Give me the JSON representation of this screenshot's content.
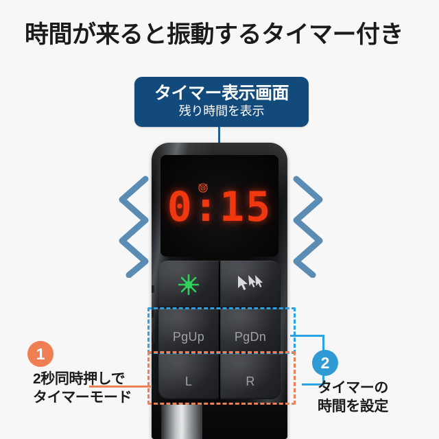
{
  "page": {
    "background_color": "#f7f7f7",
    "title": "時間が来ると振動するタイマー付き"
  },
  "callout": {
    "title": "タイマー表示画面",
    "subtitle": "残り時間を表示",
    "background_color": "#114a7b",
    "text_color": "#ffffff",
    "pointer_color": "#1f6bab"
  },
  "device": {
    "name": "presenter-remote",
    "display": {
      "value": "0:15",
      "color": "#f0370f",
      "alarm_icon": "alarm-clock-icon"
    },
    "buttons": [
      {
        "id": "laser",
        "label": "",
        "icon": "laser-starburst-icon",
        "icon_color": "#22c55e"
      },
      {
        "id": "pointer",
        "label": "",
        "icon": "multi-cursor-icon",
        "icon_color": "#d8dadc"
      },
      {
        "id": "pgup",
        "label": "PgUp",
        "icon": ""
      },
      {
        "id": "pgdn",
        "label": "PgDn",
        "icon": ""
      },
      {
        "id": "left-click",
        "label": "L",
        "icon": ""
      },
      {
        "id": "right-click",
        "label": "R",
        "icon": ""
      }
    ]
  },
  "highlights": {
    "blue": {
      "color": "#29a3e6",
      "target": "PgUp / PgDn"
    },
    "orange": {
      "color": "#ef8055",
      "target": "L / R"
    }
  },
  "annotations": [
    {
      "number": "1",
      "badge_color": "#ef7f52",
      "line1": "2秒同時押しで",
      "line2": "タイマーモード"
    },
    {
      "number": "2",
      "badge_color": "#2f9ad4",
      "line1": "タイマーの",
      "line2": "時間を設定"
    }
  ],
  "vibration": {
    "icon": "vibration-zigzag-icon",
    "color": "#5b8cb3",
    "count": 2
  }
}
